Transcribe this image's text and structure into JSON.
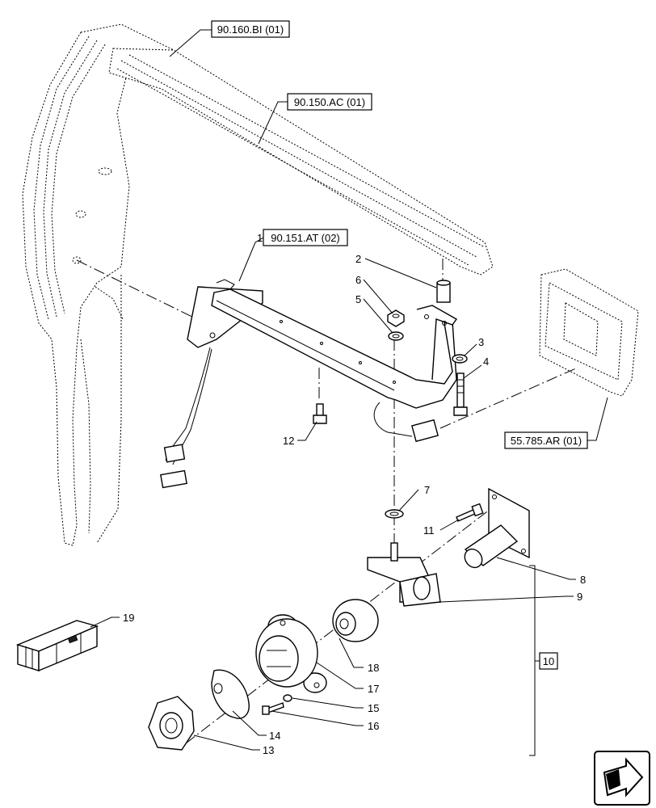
{
  "references": {
    "ref_90_160": "90.160.BI (01)",
    "ref_90_150": "90.150.AC (01)",
    "ref_90_151": "90.151.AT (02)",
    "ref_55_785": "55.785.AR (01)",
    "ref_group": "10"
  },
  "callouts": {
    "c1": "1",
    "c2": "2",
    "c3": "3",
    "c4": "4",
    "c5": "5",
    "c6": "6",
    "c7": "7",
    "c8": "8",
    "c9": "9",
    "c11": "11",
    "c12": "12",
    "c13": "13",
    "c14": "14",
    "c15": "15",
    "c16": "16",
    "c17": "17",
    "c18": "18",
    "c19": "19"
  }
}
